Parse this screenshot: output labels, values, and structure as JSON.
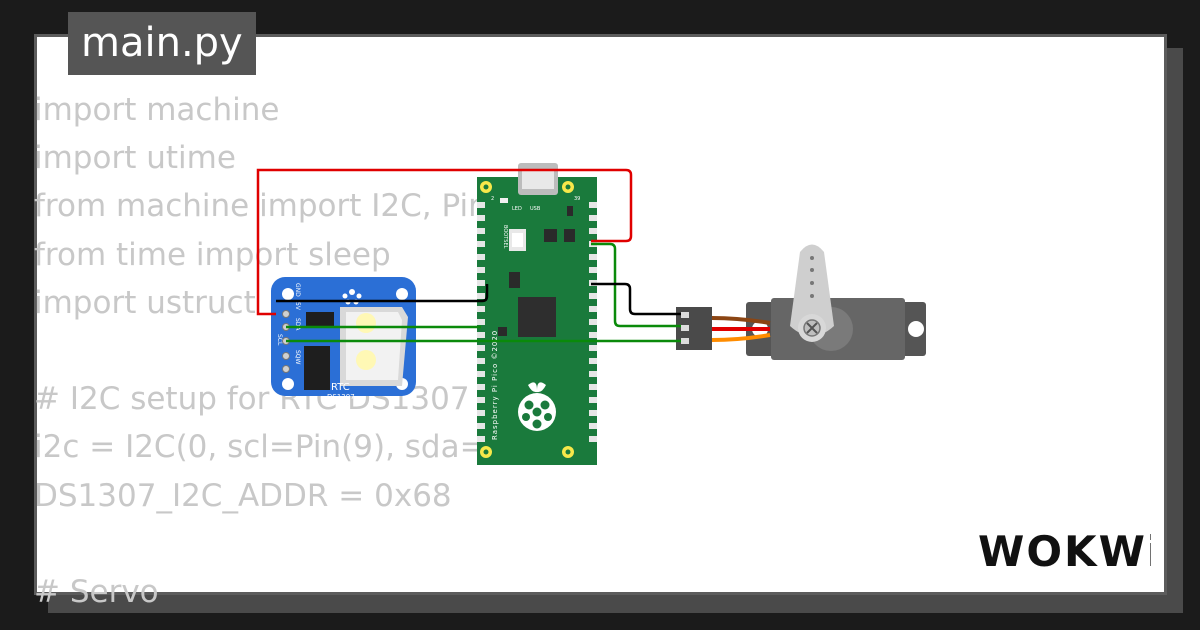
{
  "editor": {
    "file_tab": "main.py",
    "code_lines": [
      "import machine",
      "import utime",
      "from machine import I2C, Pin",
      "from time import sleep",
      "import ustruct",
      "",
      "# I2C setup for RTC DS1307",
      "i2c = I2C(0, scl=Pin(9), sda=Pin(8))",
      "DS1307_I2C_ADDR = 0x68",
      "",
      "# Servo"
    ]
  },
  "rtc_module": {
    "title": "RTC",
    "chip": "DS1307",
    "pins": [
      "GND",
      "5V",
      "SDA",
      "SCL",
      "SQW"
    ]
  },
  "pico": {
    "led_label": "LED",
    "usb_label": "USB",
    "bootsel_label": "BOOTSEL",
    "pin_label_left": "2",
    "pin_label_right": "39",
    "vertical_text": "Raspberry Pi Pico ©2020"
  },
  "brand": {
    "logo_text": "WOKWi"
  },
  "colors": {
    "background": "#1b1b1b",
    "canvas": "#ffffff",
    "tab": "#555555",
    "code_text": "#c8c8c8",
    "rtc_board": "#2b6fd6",
    "pico_board": "#1a7a3c",
    "wire_red": "#e00000",
    "wire_black": "#000000",
    "wire_green": "#0a8a0a",
    "servo_body": "#666666"
  }
}
